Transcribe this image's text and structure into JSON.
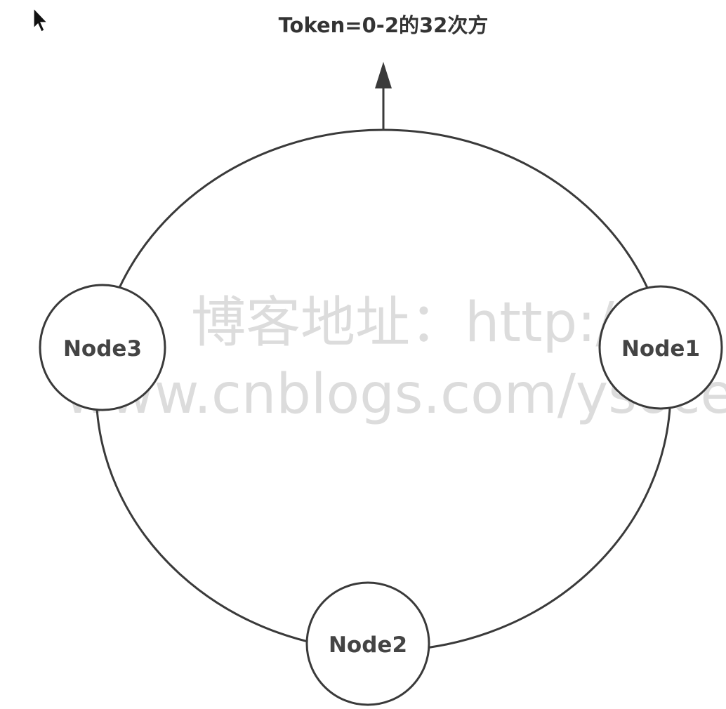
{
  "title": "Token=0-2的32次方",
  "nodes": [
    {
      "label": "Node1"
    },
    {
      "label": "Node2"
    },
    {
      "label": "Node3"
    }
  ],
  "watermark": {
    "line1": "博客地址：http://",
    "line2": "www.cnblogs.com/ysocea"
  },
  "colors": {
    "stroke": "#3a3a3a",
    "text": "#444444",
    "watermark": "#dcdcdc",
    "background": "#ffffff"
  }
}
